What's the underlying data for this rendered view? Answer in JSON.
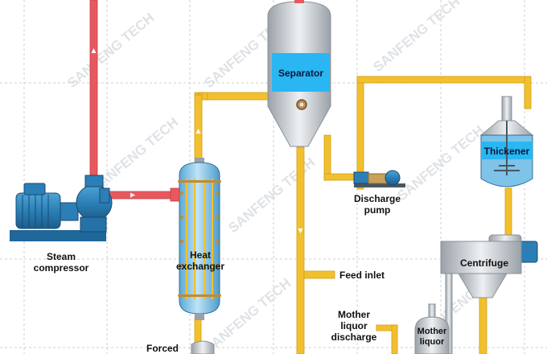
{
  "watermark": "SANFENG TECH",
  "colors": {
    "steam_pipe": "#e8595f",
    "liquid_pipe": "#f2c02e",
    "vessel_body": "#7ec3e8",
    "vessel_label_bg": "#29b6f2",
    "metal": "#c9ced3",
    "compressor": "#2b7fb6",
    "grid": "#cfcfcf"
  },
  "labels": {
    "separator": "Separator",
    "heat_exchanger_1": "Heat",
    "heat_exchanger_2": "exchanger",
    "steam_compressor_1": "Steam",
    "steam_compressor_2": "compressor",
    "discharge_pump_1": "Discharge",
    "discharge_pump_2": "pump",
    "thickener": "Thickener",
    "centrifuge": "Centrifuge",
    "feed_inlet": "Feed inlet",
    "mother_liquor_discharge_1": "Mother",
    "mother_liquor_discharge_2": "liquor",
    "mother_liquor_discharge_3": "discharge",
    "mother_liquor_tank_1": "Mother",
    "mother_liquor_tank_2": "liquor",
    "forced": "Forced"
  }
}
